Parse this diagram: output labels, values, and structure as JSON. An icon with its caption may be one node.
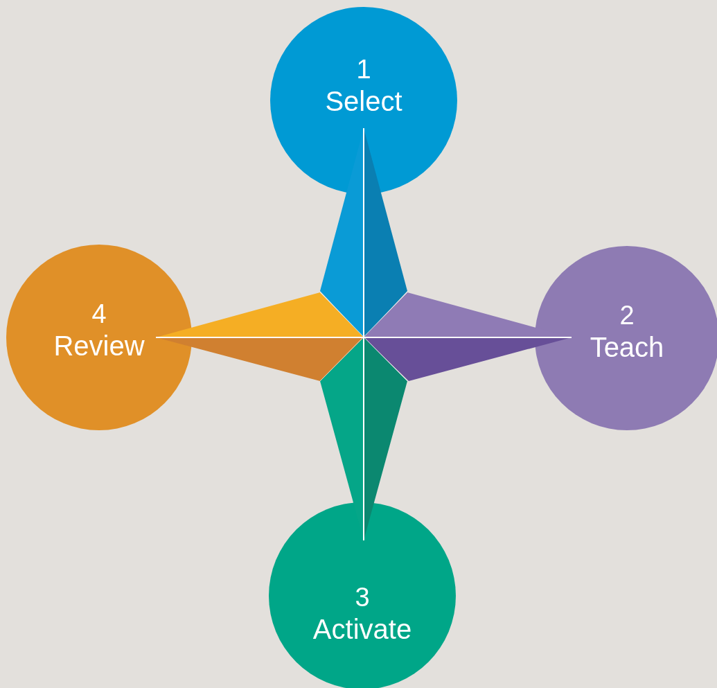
{
  "diagram": {
    "nodes": [
      {
        "text": [
          "1",
          "Select"
        ]
      },
      {
        "text": [
          "2",
          "Teach"
        ]
      },
      {
        "text": [
          "3",
          "Activate"
        ]
      },
      {
        "text": [
          "4",
          "Review"
        ]
      }
    ]
  }
}
